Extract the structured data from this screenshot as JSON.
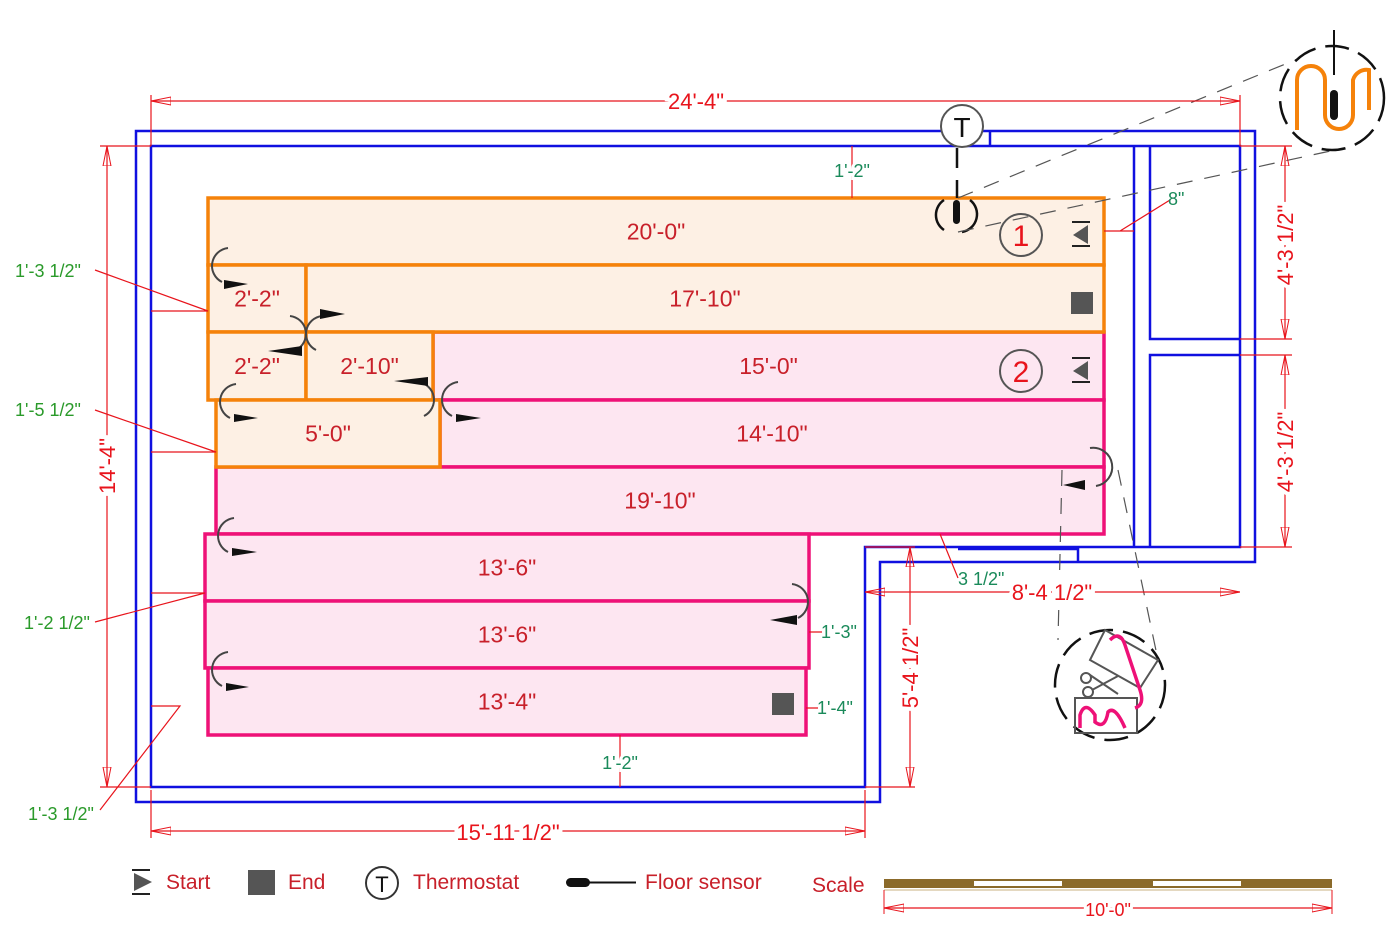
{
  "colors": {
    "wall": "#1010e0",
    "zone1": "#f5820a",
    "zone1_fill": "#fdf0e4",
    "zone2": "#ee1177",
    "zone2_fill": "#fde6f1",
    "dimension": "#e8141c",
    "note": "#1a8a5a"
  },
  "dimensions": {
    "top": "24'-4\"",
    "left": "14'-4\"",
    "bottom": "15'-11 1/2\"",
    "right_upper": "4'-3 1/2\"",
    "right_lower": "4'-3 1/2\"",
    "notch_width": "8'-4 1/2\"",
    "notch_height": "5'-4 1/2\""
  },
  "offsets": {
    "top": "1'-2\"",
    "right": "8\"",
    "left_1": "1'-3 1/2\"",
    "left_2": "1'-5 1/2\"",
    "left_3": "1'-2 1/2\"",
    "left_4": "1'-3 1/2\"",
    "notch_gap": "3 1/2\"",
    "right_row7": "1'-3\"",
    "right_row8": "1'-4\"",
    "bottom": "1'-2\""
  },
  "zones": {
    "one": "1",
    "two": "2"
  },
  "mats": [
    {
      "label": "20'-0\"",
      "zone": 1
    },
    {
      "label": "2'-2\"",
      "zone": 1
    },
    {
      "label": "17'-10\"",
      "zone": 1
    },
    {
      "label": "2'-2\"",
      "zone": 1
    },
    {
      "label": "2'-10\"",
      "zone": 1
    },
    {
      "label": "15'-0\"",
      "zone": 2
    },
    {
      "label": "5'-0\"",
      "zone": 1
    },
    {
      "label": "14'-10\"",
      "zone": 2
    },
    {
      "label": "19'-10\"",
      "zone": 2
    },
    {
      "label": "13'-6\"",
      "zone": 2
    },
    {
      "label": "13'-6\"",
      "zone": 2
    },
    {
      "label": "13'-4\"",
      "zone": 2
    }
  ],
  "thermostat_symbol": "T",
  "legend": {
    "start": "Start",
    "end": "End",
    "thermostat": "Thermostat",
    "thermostat_symbol": "T",
    "floor_sensor": "Floor sensor",
    "scale": "Scale",
    "scale_length": "10'-0\""
  }
}
